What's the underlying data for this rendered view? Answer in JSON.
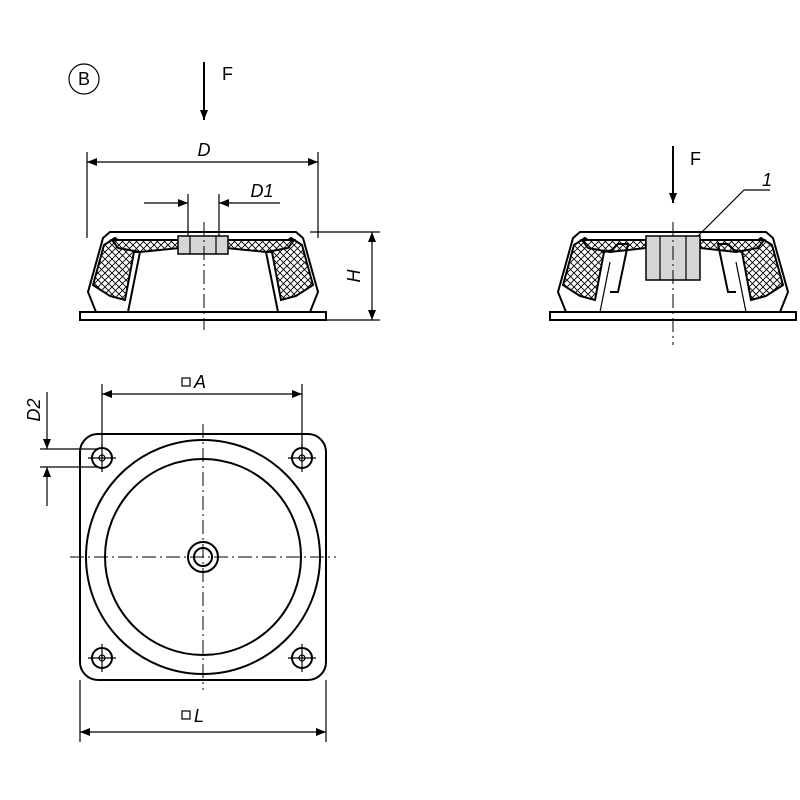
{
  "variant_label": "B",
  "labels": {
    "force_left": "F",
    "force_right": "F",
    "dim_D": "D",
    "dim_D1": "D1",
    "dim_H": "H",
    "dim_D2": "D2",
    "dim_A": "A",
    "dim_L": "L",
    "callout": "1"
  }
}
